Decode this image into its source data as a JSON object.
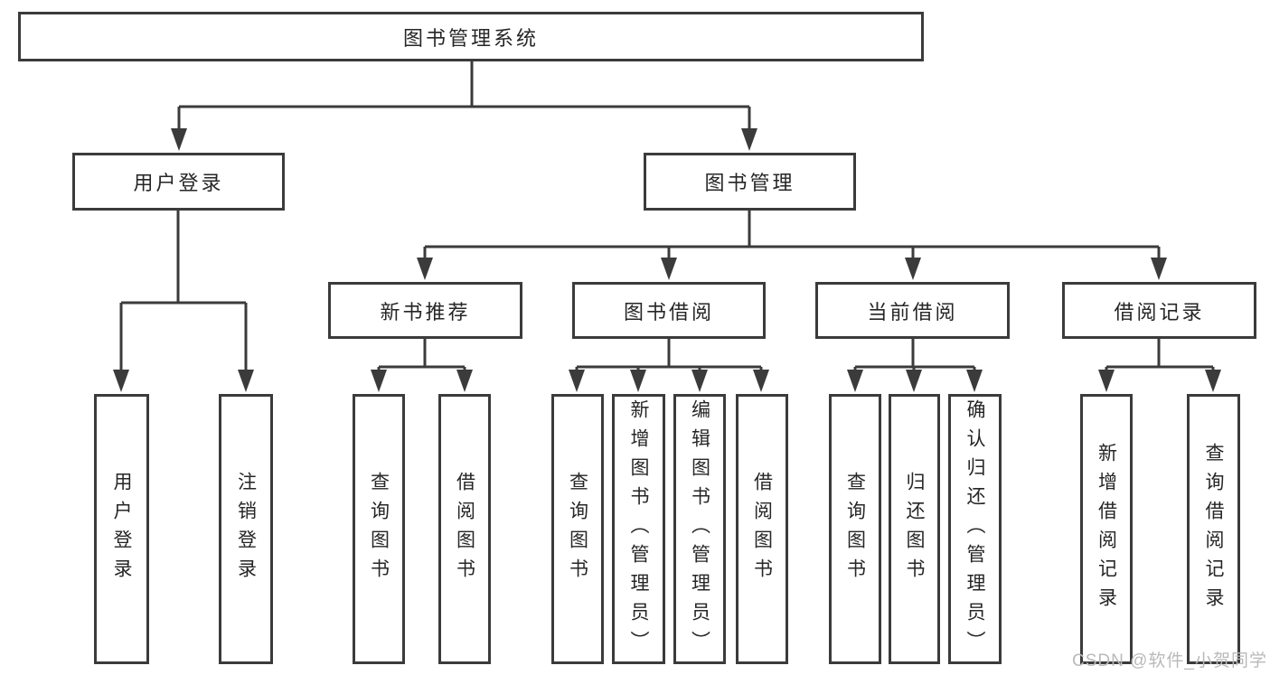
{
  "diagram_type": "hierarchy",
  "watermark": "CSDN @软件_小贺同学",
  "colors": {
    "line": "#3b3b3b",
    "border": "#3b3b3b",
    "text": "#262626",
    "background": "#ffffff",
    "watermark": "#b9b9b9"
  },
  "nodes": {
    "root": {
      "label": "图书管理系统",
      "children": [
        "user_login",
        "book_mgmt"
      ]
    },
    "user_login": {
      "label": "用户登录",
      "children": [
        "ul_login",
        "ul_logout"
      ]
    },
    "book_mgmt": {
      "label": "图书管理",
      "children": [
        "new_books",
        "book_borrow",
        "current_borrow",
        "borrow_records"
      ]
    },
    "ul_login": {
      "label": "用户登录",
      "children": []
    },
    "ul_logout": {
      "label": "注销登录",
      "children": []
    },
    "new_books": {
      "label": "新书推荐",
      "children": [
        "nb_query",
        "nb_borrow"
      ]
    },
    "book_borrow": {
      "label": "图书借阅",
      "children": [
        "bb_query",
        "bb_add",
        "bb_edit",
        "bb_borrow"
      ]
    },
    "current_borrow": {
      "label": "当前借阅",
      "children": [
        "cb_query",
        "cb_return",
        "cb_confirm"
      ]
    },
    "borrow_records": {
      "label": "借阅记录",
      "children": [
        "br_add",
        "br_query"
      ]
    },
    "nb_query": {
      "label": "查询图书",
      "children": []
    },
    "nb_borrow": {
      "label": "借阅图书",
      "children": []
    },
    "bb_query": {
      "label": "查询图书",
      "children": []
    },
    "bb_add": {
      "label": "新增图书（管理员）",
      "children": []
    },
    "bb_edit": {
      "label": "编辑图书（管理员）",
      "children": []
    },
    "bb_borrow": {
      "label": "借阅图书",
      "children": []
    },
    "cb_query": {
      "label": "查询图书",
      "children": []
    },
    "cb_return": {
      "label": "归还图书",
      "children": []
    },
    "cb_confirm": {
      "label": "确认归还（管理员）",
      "children": []
    },
    "br_add": {
      "label": "新增借阅记录",
      "children": []
    },
    "br_query": {
      "label": "查询借阅记录",
      "children": []
    }
  }
}
